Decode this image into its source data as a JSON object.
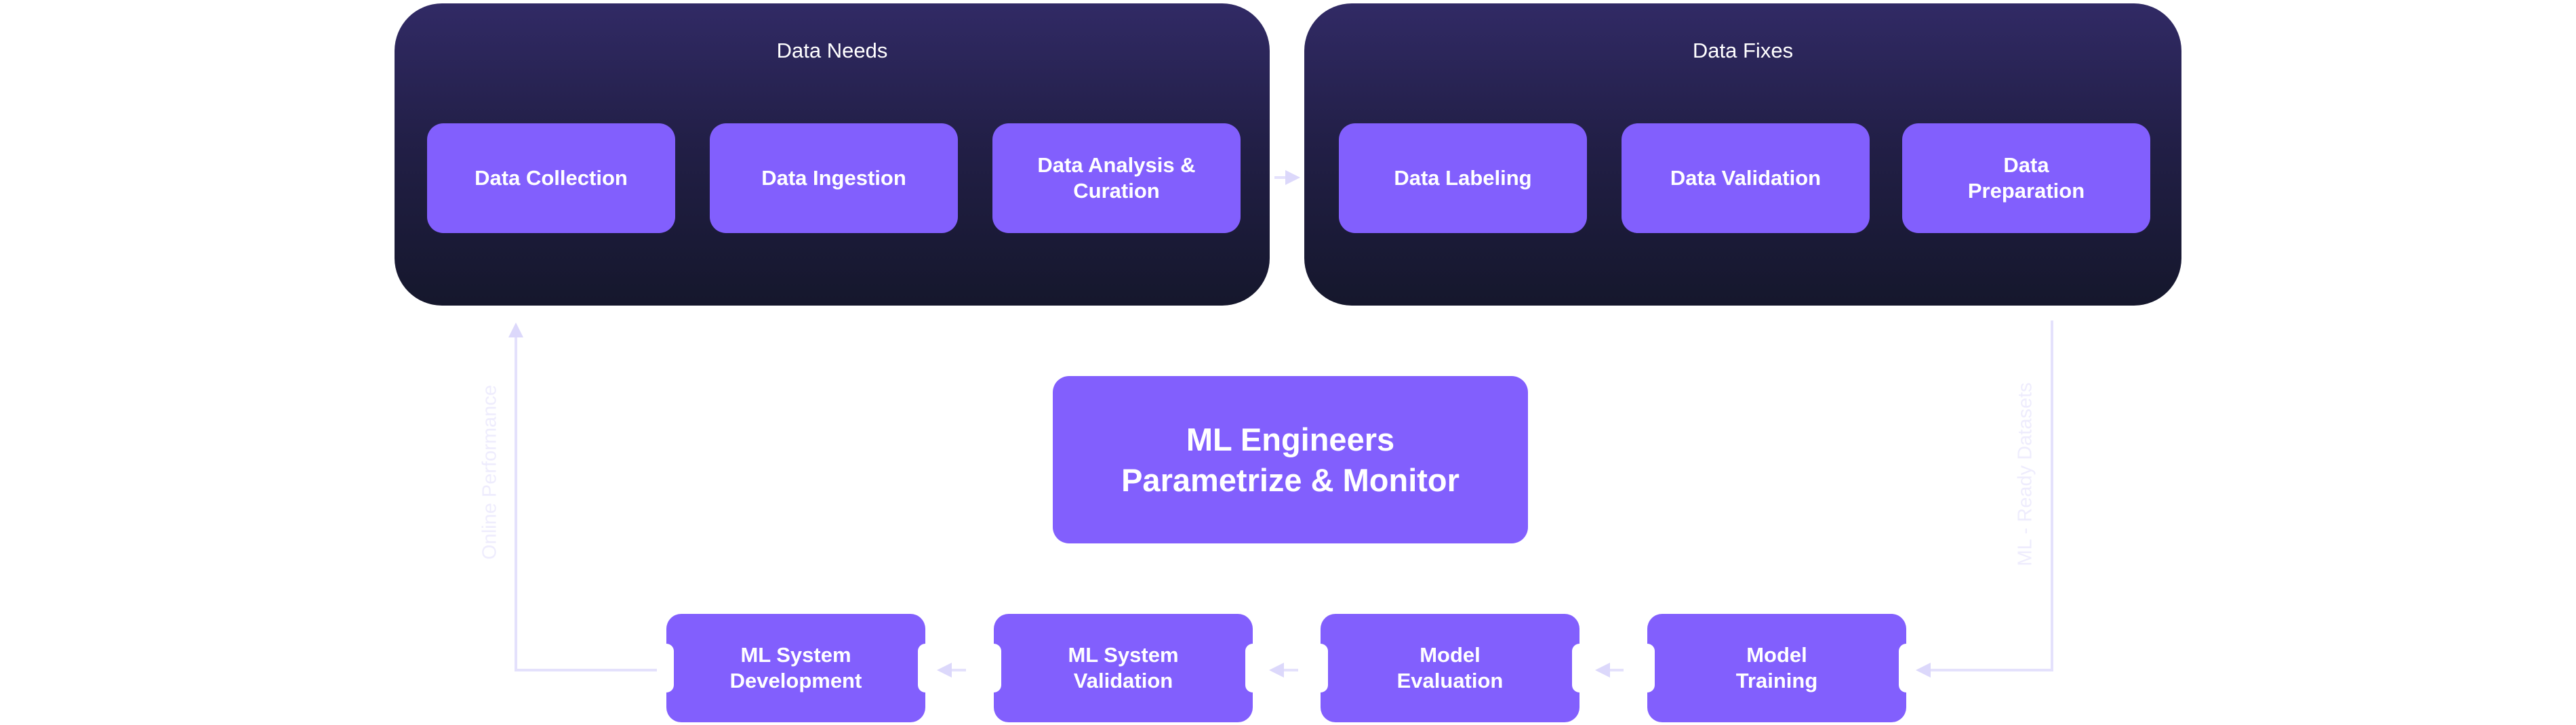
{
  "colors": {
    "panel_top": "#312a65",
    "panel_bottom": "#15172c",
    "box": "#825ffd",
    "arrow_inner": "#d9d5fb",
    "arrow_outer": "#dcd8fb",
    "side_label": "#eeecfd"
  },
  "data_needs": {
    "title": "Data Needs",
    "steps": [
      "Data Collection",
      "Data Ingestion",
      "Data Analysis & Curation"
    ]
  },
  "data_fixes": {
    "title": "Data Fixes",
    "steps": [
      "Data Labeling",
      "Data Validation",
      "Data Preparation"
    ]
  },
  "center": {
    "line1": "ML Engineers",
    "line2": "Parametrize & Monitor"
  },
  "bottom_steps": [
    {
      "line1": "ML System",
      "line2": "Development"
    },
    {
      "line1": "ML System",
      "line2": "Validation"
    },
    {
      "line1": "Model",
      "line2": "Evaluation"
    },
    {
      "line1": "Model",
      "line2": "Training"
    }
  ],
  "side_labels": {
    "left": "Online Performance",
    "right": "ML - Ready Datasets"
  }
}
